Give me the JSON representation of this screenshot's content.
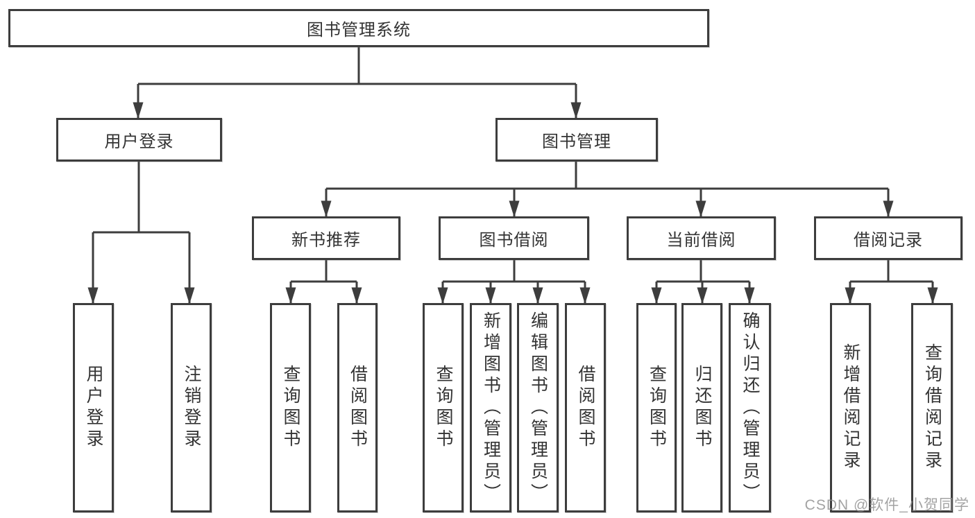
{
  "diagram": {
    "root": "图书管理系统",
    "branches": {
      "user_login": {
        "label": "用户登录",
        "children": {
          "login": "用户登录",
          "logout": "注销登录"
        }
      },
      "book_management": {
        "label": "图书管理",
        "children": {
          "new_book_recommend": {
            "label": "新书推荐",
            "children": {
              "query": "查询图书",
              "borrow": "借阅图书"
            }
          },
          "book_borrowing": {
            "label": "图书借阅",
            "children": {
              "query": "查询图书",
              "add": "新增图书（管理员）",
              "edit": "编辑图书（管理员）",
              "borrow": "借阅图书"
            }
          },
          "current_borrowing": {
            "label": "当前借阅",
            "children": {
              "query": "查询图书",
              "return": "归还图书",
              "confirm": "确认归还（管理员）"
            }
          },
          "borrowing_records": {
            "label": "借阅记录",
            "children": {
              "add": "新增借阅记录",
              "query": "查询借阅记录"
            }
          }
        }
      }
    }
  },
  "watermark": "CSDN @软件_小贺同学",
  "colors": {
    "line": "#3d3d3d",
    "box_border": "#3d3d3d",
    "text": "#333333",
    "background": "#ffffff",
    "watermark": "#8c8c8c"
  }
}
